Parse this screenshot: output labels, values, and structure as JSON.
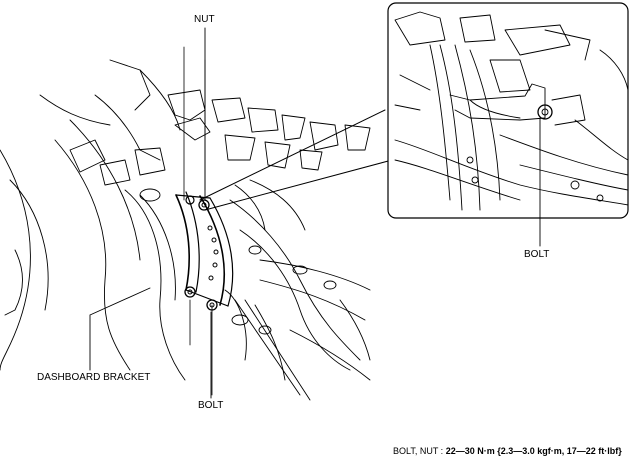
{
  "labels": {
    "nut": "NUT",
    "bolt_inset": "BOLT",
    "bolt_bottom": "BOLT",
    "dashboard_bracket": "DASHBOARD BRACKET"
  },
  "torque": {
    "prefix": "BOLT, NUT : ",
    "value": "22—30 N·m {2.3—3.0 kgf·m, 17—22 ft·lbf}"
  }
}
